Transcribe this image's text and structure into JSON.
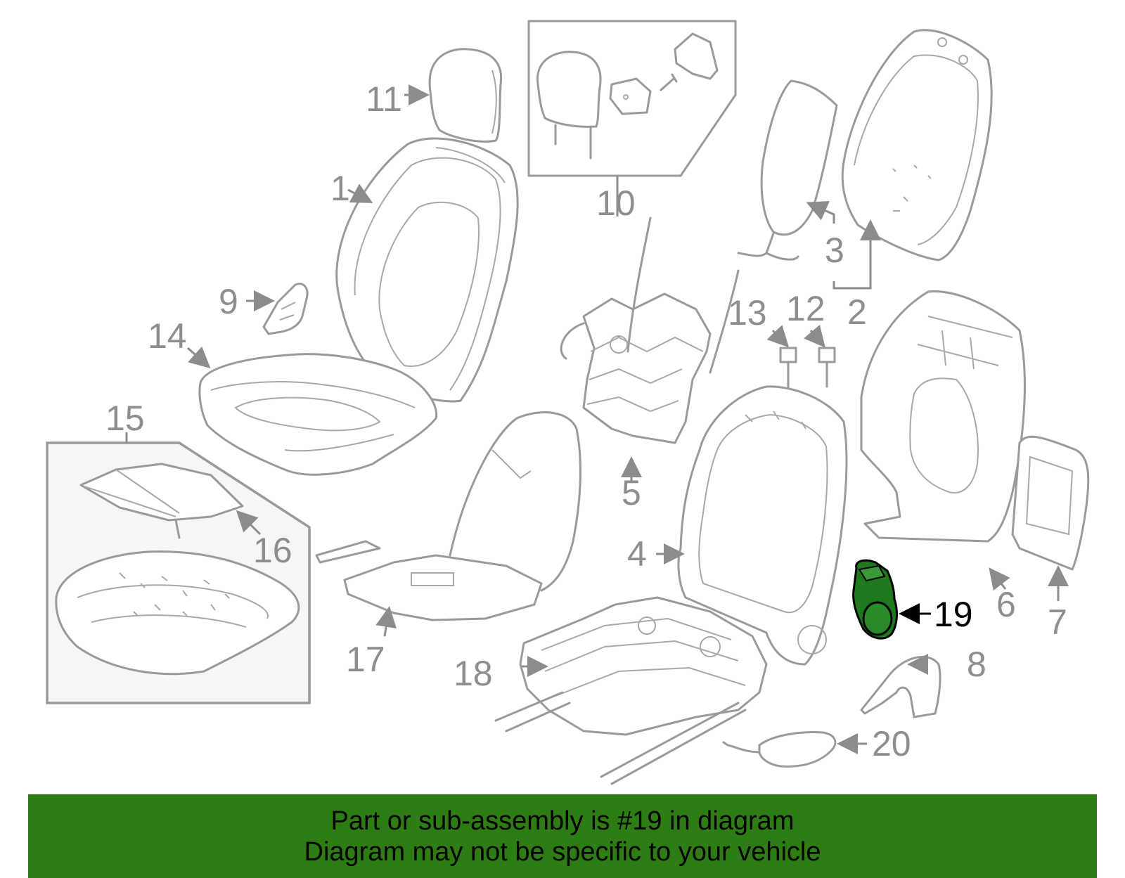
{
  "callouts": {
    "c1": "1",
    "c2": "2",
    "c3": "3",
    "c4": "4",
    "c5": "5",
    "c6": "6",
    "c7": "7",
    "c8": "8",
    "c9": "9",
    "c10": "10",
    "c11": "11",
    "c12": "12",
    "c13": "13",
    "c14": "14",
    "c15": "15",
    "c16": "16",
    "c17": "17",
    "c18": "18",
    "c19": "19",
    "c20": "20"
  },
  "highlight": {
    "part_number": "19",
    "color": "#1f7a1f"
  },
  "banner": {
    "line1": "Part or sub-assembly is #19 in diagram",
    "line2": "Diagram may not be specific to your vehicle",
    "color": "#2e7d14"
  }
}
